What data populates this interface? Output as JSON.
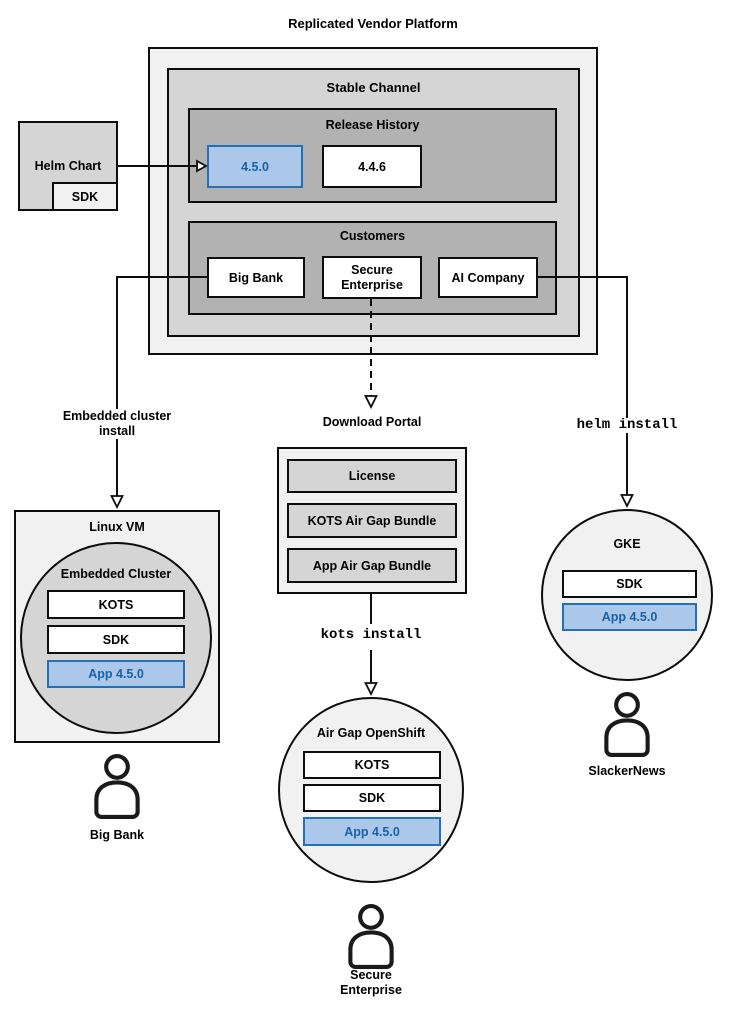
{
  "colors": {
    "blue_fill": "#abc8ea",
    "blue_border": "#2470b3",
    "blue_text": "#1a61a8",
    "light_gray": "#f1f1f1",
    "mid_gray": "#d5d5d5",
    "dark_gray": "#b2b2b2"
  },
  "platform": {
    "title": "Replicated Vendor Platform",
    "stable_channel": "Stable Channel",
    "release_history": "Release History",
    "releases": [
      "4.5.0",
      "4.4.6"
    ],
    "customers_title": "Customers",
    "customers": [
      "Big Bank",
      "Secure Enterprise",
      "AI Company"
    ]
  },
  "helm_chart": {
    "label": "Helm Chart",
    "sdk": "SDK"
  },
  "flow_labels": {
    "embedded_install": "Embedded cluster install",
    "helm_install": "helm install",
    "kots_install": "kots install"
  },
  "download_portal": {
    "title": "Download Portal",
    "items": [
      "License",
      "KOTS Air Gap Bundle",
      "App Air Gap Bundle"
    ]
  },
  "linux_vm": {
    "title": "Linux VM",
    "cluster": "Embedded Cluster",
    "components": [
      "KOTS",
      "SDK",
      "App 4.5.0"
    ]
  },
  "openshift": {
    "title": "Air Gap OpenShift",
    "components": [
      "KOTS",
      "SDK",
      "App 4.5.0"
    ]
  },
  "gke": {
    "title": "GKE",
    "components": [
      "SDK",
      "App 4.5.0"
    ]
  },
  "personas": {
    "big_bank": "Big Bank",
    "secure_enterprise": "Secure Enterprise",
    "slackernews": "SlackerNews"
  }
}
